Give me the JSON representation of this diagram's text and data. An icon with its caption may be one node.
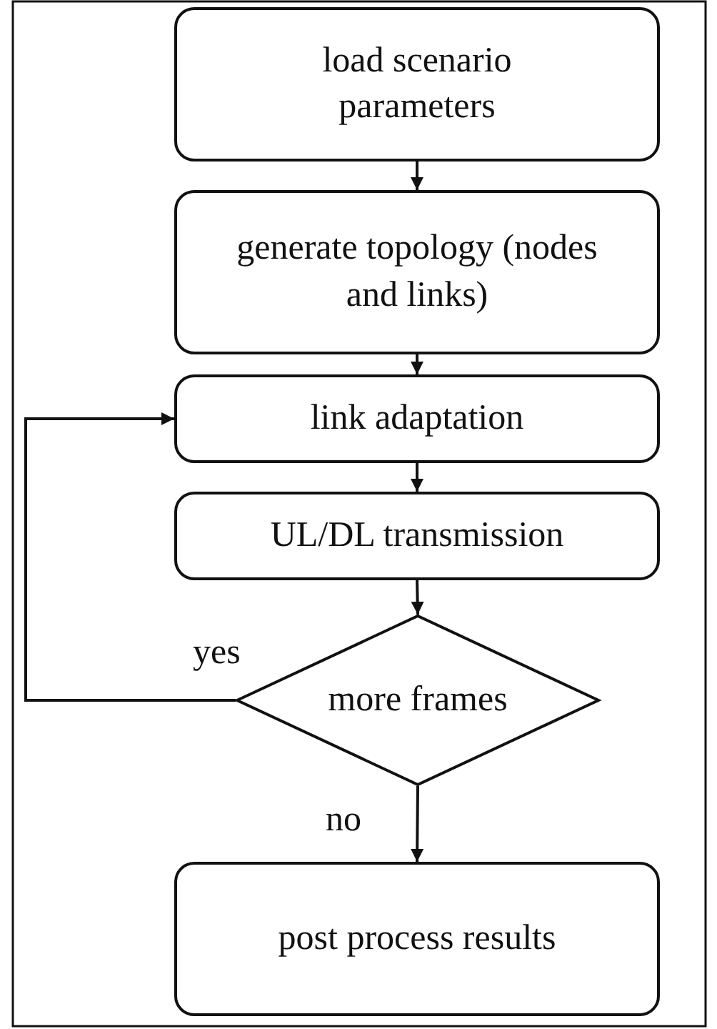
{
  "diagram": {
    "nodes": [
      {
        "text": [
          "load scenario parameters"
        ]
      },
      {
        "text": [
          "generate topology (nodes and links)"
        ]
      },
      {
        "text": [
          "link adaptation"
        ]
      },
      {
        "text": [
          "UL/DL transmission"
        ]
      },
      {
        "text": [
          "more frames"
        ]
      },
      {
        "text": [
          "post process results"
        ]
      }
    ],
    "edges": [
      {
        "from": 0,
        "to": 1,
        "arrow": "to"
      },
      {
        "from": 1,
        "to": 2,
        "arrow": "to"
      },
      {
        "from": 2,
        "to": 3,
        "arrow": "to"
      },
      {
        "from": 3,
        "to": 4,
        "arrow": "to"
      },
      {
        "from": 4,
        "to": 2,
        "arrow": "to",
        "label": "yes"
      },
      {
        "from": 4,
        "to": 5,
        "arrow": "to",
        "label": "no"
      }
    ]
  }
}
